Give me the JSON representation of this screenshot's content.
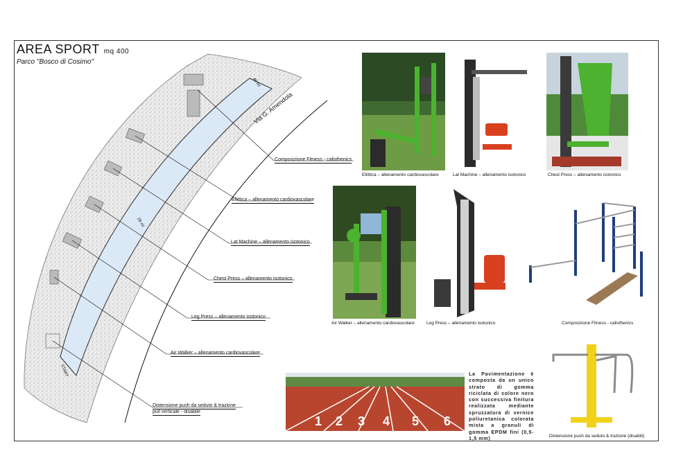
{
  "header": {
    "title": "AREA SPORT",
    "area": "mq 400",
    "subtitle": "Parco \"Bosco di Cosimo\""
  },
  "plan": {
    "street": "Via G. Amendola",
    "track_length_top": "40 ml",
    "track_length_mid": "28 ml",
    "start": "START"
  },
  "plan_labels": [
    "Composizione Fitness - calisthenics",
    "Ellittica – allenamento cardiovascolare",
    "Lat Machine – allenamento isotonico",
    "Chest Press – allenamento isotonico",
    "Leg Press – allenamento isotonico",
    "Air Walker – allenamento cardiovascolare",
    "Distensione push da seduto & trazione",
    "pull verticale - disabile"
  ],
  "photos": [
    "Ellittica – allenamento cardiovascolare",
    "Lat Machine – allenamento isotonico",
    "Chest Press – allenamento isotonico",
    "Air Walker – allenamento cardiovascolare",
    "Leg Press – allenamento isotonico",
    "Composizione Fitness - calisthenics",
    "Distensione push da seduto & trazione (disabili)"
  ],
  "track_numbers": [
    "1",
    "2",
    "3",
    "4",
    "5",
    "6"
  ],
  "pavimentazione": "La Pavimentazione è composta da un unico strato di gomma riciclata di colore nero con successiva finitura realizzata mediante spruzzatura di vernice poliuretanica colorata mista a granuli di gomma EPDM fini (0,5-1,5 mm)",
  "colors": {
    "path_fill": "#dbe9f7",
    "equipment_green": "#4cb22f",
    "equipment_dark": "#2b2b2b",
    "seat_red": "#d8401f",
    "track_red": "#b8462f",
    "calisthenics_blue": "#1f3e7c",
    "yellow": "#f2d11b"
  }
}
